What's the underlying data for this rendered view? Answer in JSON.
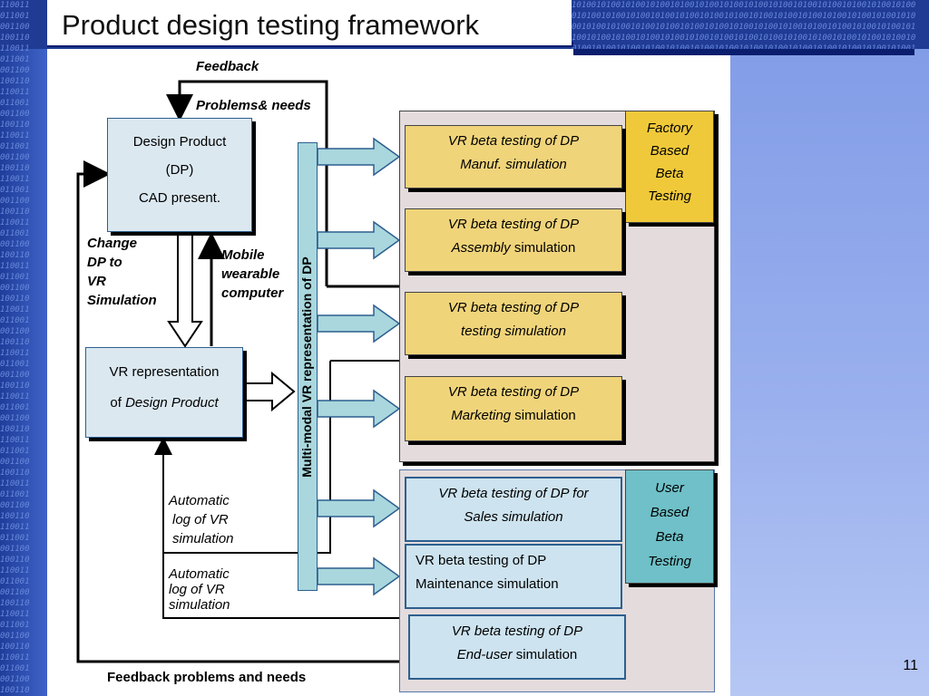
{
  "title": "Product design testing framework",
  "page_number": "11",
  "labels": {
    "feedback": "Feedback",
    "problems_needs": "Problems& needs",
    "change_1": "Change",
    "change_2": "DP to",
    "change_3": "VR",
    "change_4": "Simulation",
    "mobile_1": "Mobile",
    "mobile_2": "wearable",
    "mobile_3": "computer",
    "auto1_1": "Automatic",
    "auto1_2": "log of VR",
    "auto1_3": "simulation",
    "auto2_1": "Automatic",
    "auto2_2": "log of VR",
    "auto2_3": "simulation",
    "feedback_bottom": "Feedback problems and needs"
  },
  "design_product": {
    "line1": "Design Product",
    "line2": "(DP)",
    "line3": "CAD present."
  },
  "vr_representation": {
    "line1": "VR representation",
    "line2_prefix": "of ",
    "line2_italic": "Design Product"
  },
  "vertical_bar": "Multi-modal VR representation of DP",
  "factory": {
    "line1": "Factory",
    "line2": "Based",
    "line3": "Beta",
    "line4": "Testing"
  },
  "user": {
    "line1": "User",
    "line2": "Based",
    "line3": "Beta",
    "line4": "Testing"
  },
  "tests": {
    "manuf": {
      "line1": "VR beta testing of DP",
      "line2": "Manuf. simulation"
    },
    "assembly": {
      "line1": "VR beta testing of DP",
      "line2_italic": "Assembly",
      "line2_rest": " simulation"
    },
    "testing": {
      "line1": "VR beta testing of DP",
      "line2": "testing simulation"
    },
    "marketing": {
      "line1": "VR beta testing of DP",
      "line2_italic": "Marketing",
      "line2_rest": " simulation"
    },
    "sales": {
      "line1": "VR beta testing of DP for",
      "line2": "Sales simulation"
    },
    "maintenance": {
      "line1": "VR beta testing of DP",
      "line2": "Maintenance simulation"
    },
    "enduser": {
      "line1": "VR beta testing of DP",
      "line2_italic": "End-user",
      "line2_rest": " simulation"
    }
  },
  "colors": {
    "yellow_box": "#f0d47a",
    "factory_box": "#f0c93a",
    "user_box": "#6fc0c8",
    "blue_box": "#cde3ef",
    "panel": "#e4dcdc",
    "arrow_fill": "#a9d7dd",
    "header_blue": "#1f3b94"
  }
}
